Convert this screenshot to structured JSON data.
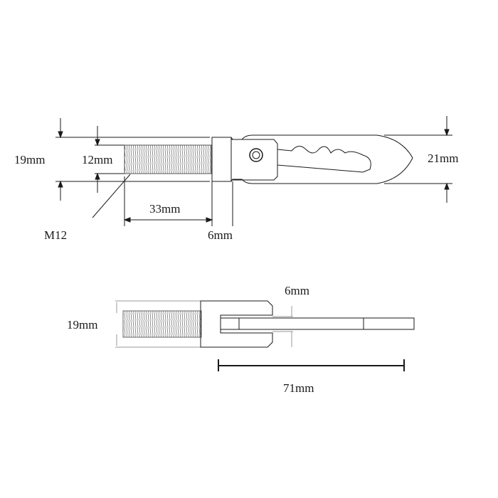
{
  "top_view": {
    "dims": {
      "overall_height": "19mm",
      "thread_diameter": "12mm",
      "thread_spec": "M12",
      "thread_length": "33mm",
      "shoulder_length": "6mm",
      "blade_width": "21mm"
    }
  },
  "side_view": {
    "dims": {
      "overall_height": "19mm",
      "slot_width": "6mm",
      "blade_length": "71mm"
    }
  },
  "colors": {
    "line": "#1a1a1a",
    "dim_line": "#333333",
    "thread": "#9a9a9a"
  }
}
